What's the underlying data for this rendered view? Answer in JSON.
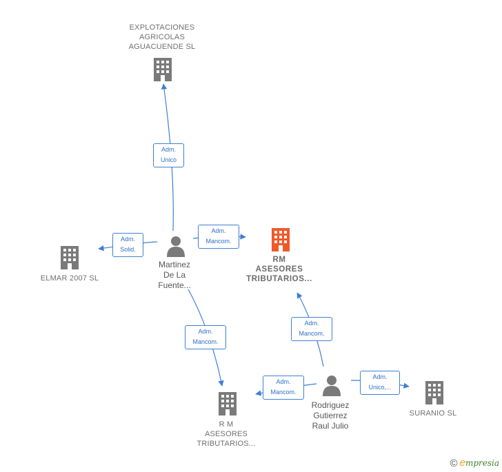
{
  "colors": {
    "company_icon": "#7a7a7a",
    "focus_company_icon": "#ef5a2a",
    "person_icon": "#7a7a7a",
    "edge": "#3d7fd6",
    "edge_label_text": "#2e6fc4"
  },
  "nodes": {
    "explotaciones": {
      "label": "EXPLOTACIONES\nAGRICOLAS\nAGUACUENDE SL",
      "icon": "building-icon"
    },
    "elmar": {
      "label": "ELMAR 2007 SL",
      "icon": "building-icon"
    },
    "martinez": {
      "label": "Martinez\nDe La\nFuente...",
      "icon": "person-icon"
    },
    "rm_focus": {
      "label": "RM\nASESORES\nTRIBUTARIOS...",
      "icon": "building-icon"
    },
    "rm_second": {
      "label": "R M\nASESORES\nTRIBUTARIOS...",
      "icon": "building-icon"
    },
    "rodriguez": {
      "label": "Rodriguez\nGutierrez\nRaul Julio",
      "icon": "person-icon"
    },
    "suranio": {
      "label": "SURANIO SL",
      "icon": "building-icon"
    }
  },
  "edges": {
    "martinez_explotaciones": "Adm.\nUnico",
    "martinez_elmar": "Adm.\nSolid.",
    "martinez_rm_focus": "Adm.\nMancom.",
    "martinez_rm_second": "Adm.\nMancom.",
    "rodriguez_rm_focus": "Adm.\nMancom.",
    "rodriguez_rm_second": "Adm.\nMancom.",
    "rodriguez_suranio": "Adm.\nUnico,..."
  },
  "footer": {
    "copyright_symbol": "©",
    "brand_initial": "e",
    "brand_rest": "mpresia"
  }
}
